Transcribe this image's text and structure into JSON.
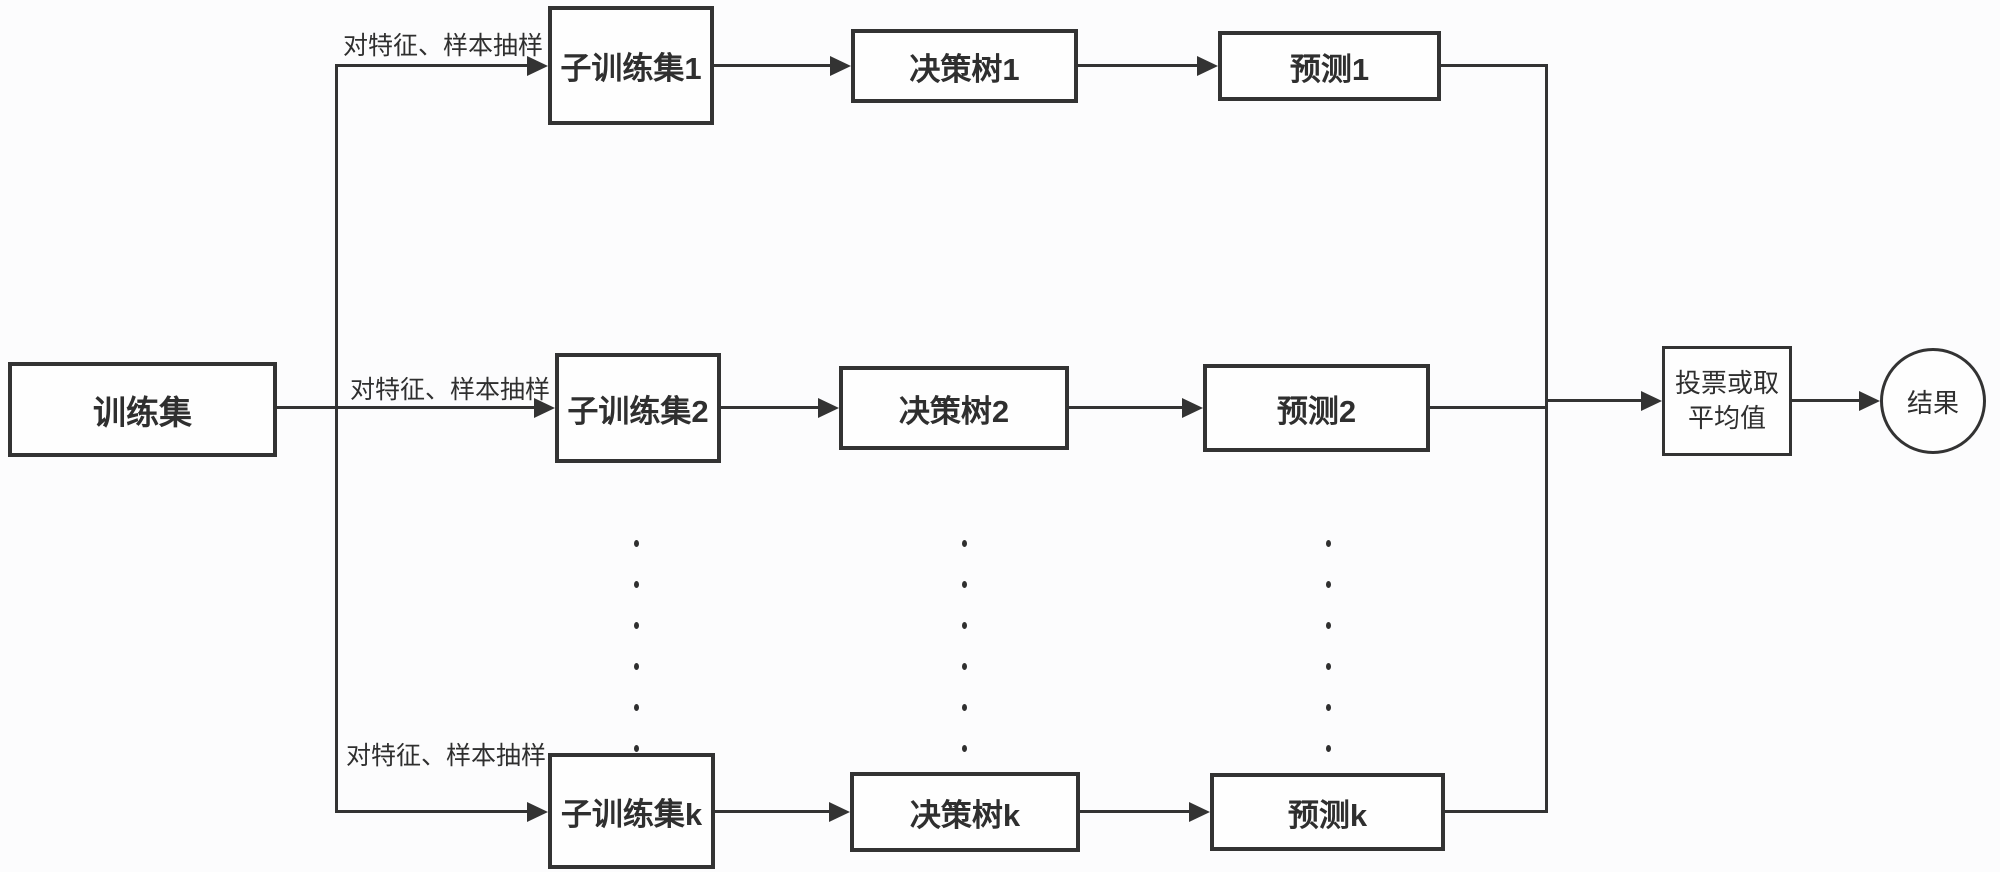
{
  "diagram": {
    "colors": {
      "line": "#333333",
      "box_fill": "#fefefe",
      "background": "#fcfcfd",
      "text": "#2f2f2f"
    },
    "train": {
      "label": "训练集"
    },
    "edge_label": "对特征、样本抽样",
    "rows": [
      {
        "sub": "子训练集1",
        "tree": "决策树1",
        "pred": "预测1"
      },
      {
        "sub": "子训练集2",
        "tree": "决策树2",
        "pred": "预测2"
      },
      {
        "sub": "子训练集k",
        "tree": "决策树k",
        "pred": "预测k"
      }
    ],
    "aggregate": {
      "label": "投票或取\n平均值"
    },
    "result": {
      "label": "结果"
    }
  }
}
